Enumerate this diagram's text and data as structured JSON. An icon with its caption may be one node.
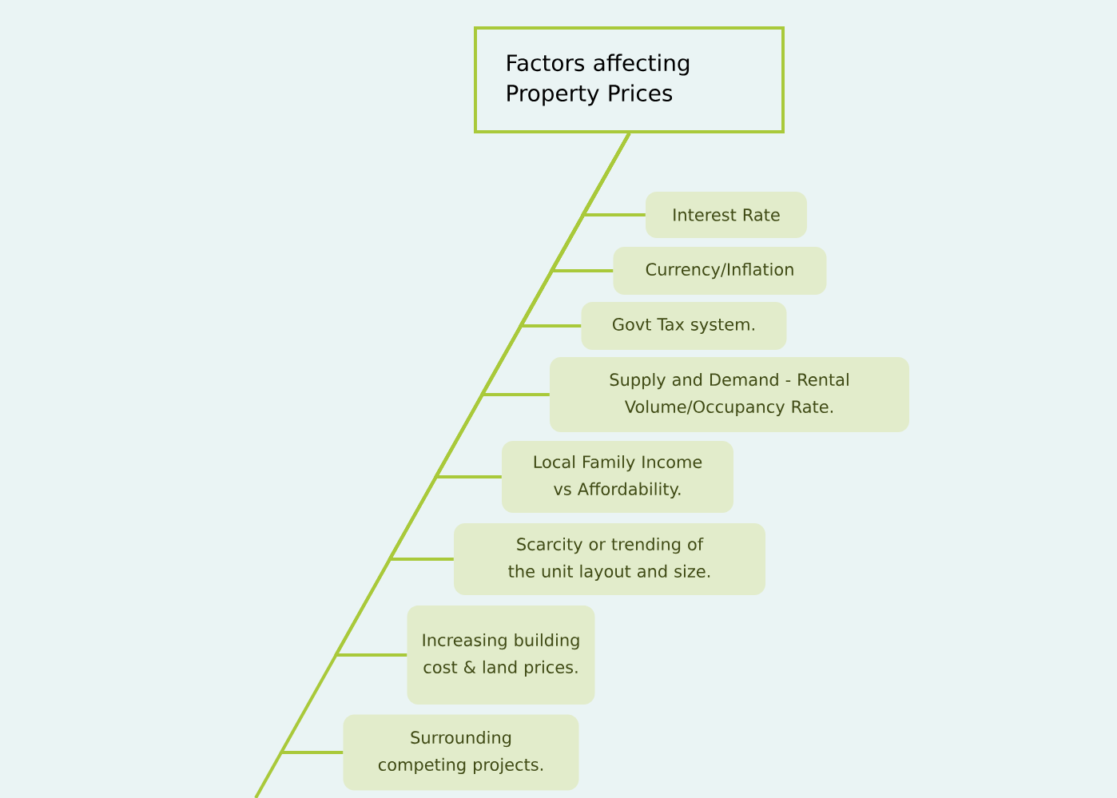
{
  "diagram": {
    "nodes": [
      {
        "text": [
          "Factors affecting Property Prices"
        ]
      },
      {
        "text": [
          "Interest Rate"
        ]
      },
      {
        "text": [
          "Currency/Inflation"
        ]
      },
      {
        "text": [
          "Govt Tax system."
        ]
      },
      {
        "text": [
          "Supply and Demand - Rental Volume/Occupancy Rate."
        ]
      },
      {
        "text": [
          "Local Family Income vs Affordability."
        ]
      },
      {
        "text": [
          "Scarcity or trending of the unit layout and size."
        ]
      },
      {
        "text": [
          "Increasing building cost & land prices."
        ]
      },
      {
        "text": [
          "Surrounding competing projects."
        ]
      }
    ],
    "edges": [
      {
        "from": 0,
        "to": 1,
        "arrow": "none"
      },
      {
        "from": 0,
        "to": 2,
        "arrow": "none"
      },
      {
        "from": 0,
        "to": 3,
        "arrow": "none"
      },
      {
        "from": 0,
        "to": 4,
        "arrow": "none"
      },
      {
        "from": 0,
        "to": 5,
        "arrow": "none"
      },
      {
        "from": 0,
        "to": 6,
        "arrow": "none"
      },
      {
        "from": 0,
        "to": 7,
        "arrow": "none"
      },
      {
        "from": 0,
        "to": 8,
        "arrow": "none"
      }
    ]
  }
}
